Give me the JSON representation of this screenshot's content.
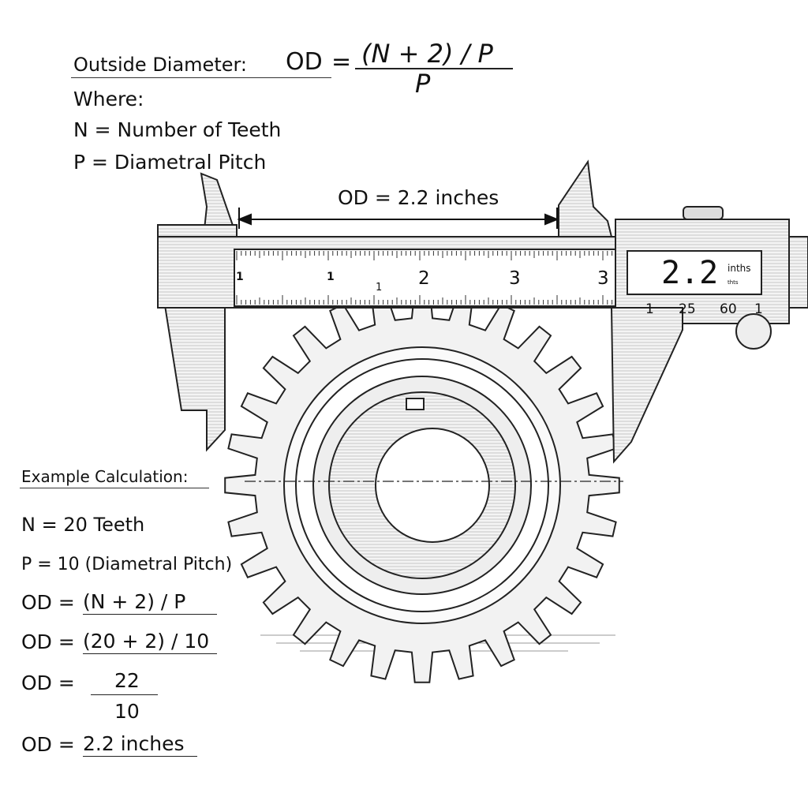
{
  "formula": {
    "label": "Outside Diameter:",
    "lhs": "OD",
    "eq": "=",
    "numerator": "(N + 2) / P",
    "denominator": "P"
  },
  "where": {
    "heading": "Where:",
    "n_def": "N = Number of Teeth",
    "p_def": "P = Diametral Pitch"
  },
  "dimension_label": "OD = 2.2 inches",
  "caliper": {
    "display_value": "2.2",
    "display_unit": "inths",
    "display_sub": "thts",
    "scale_labels": [
      "1",
      "25",
      "60",
      "1"
    ],
    "ruler_labels": [
      "1",
      "1",
      "1",
      "2",
      "3",
      "3"
    ]
  },
  "example": {
    "heading": "Example Calculation:",
    "n_value": "N = 20 Teeth",
    "p_value": "P = 10 (Diametral Pitch)",
    "step1_lhs": "OD =",
    "step1_rhs": "(N + 2) / P",
    "step2_lhs": "OD =",
    "step2_rhs": "(20 + 2) / 10",
    "step3_lhs": "OD =",
    "step3_num": "22",
    "step3_den": "10",
    "result_lhs": "OD =",
    "result_rhs": "2.2 inches"
  },
  "gear": {
    "teeth": 28
  }
}
